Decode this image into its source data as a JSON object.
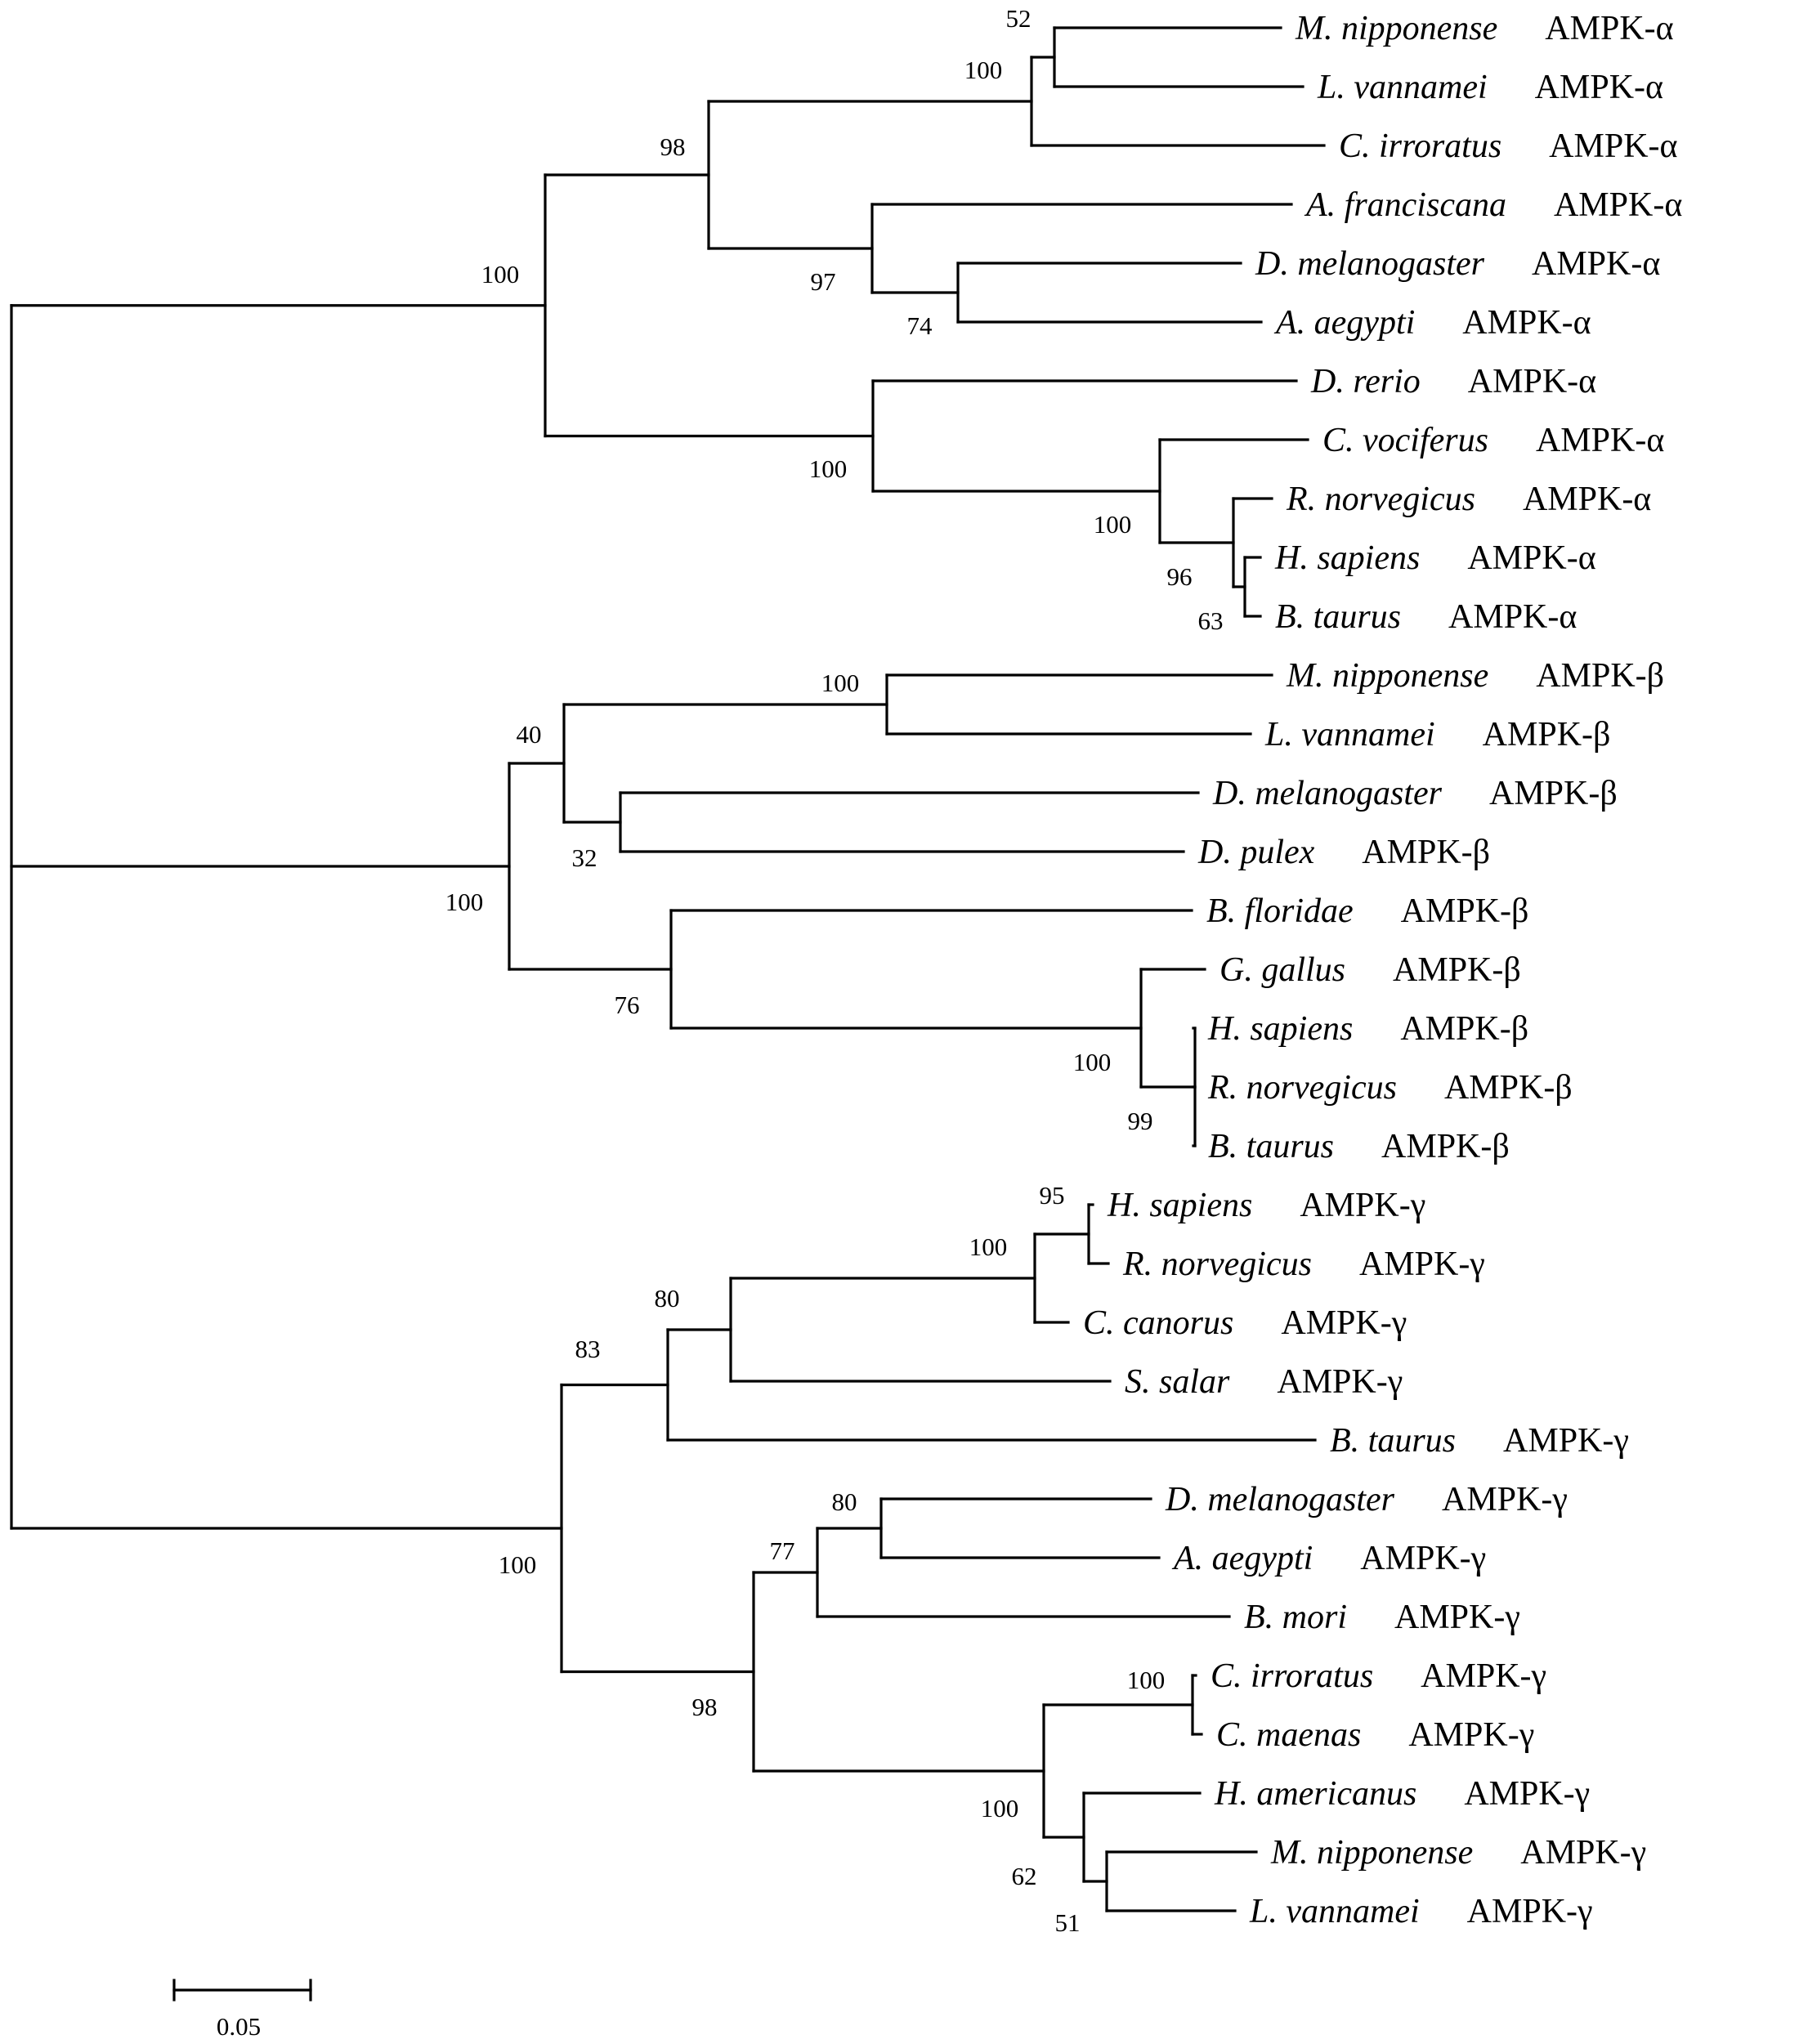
{
  "tree": {
    "scale_bar": {
      "label": "0.05"
    },
    "leaves": [
      {
        "id": "L1",
        "species": "M. nipponense",
        "gene": "AMPK-α"
      },
      {
        "id": "L2",
        "species": "L. vannamei",
        "gene": "AMPK-α"
      },
      {
        "id": "L3",
        "species": "C. irroratus",
        "gene": "AMPK-α"
      },
      {
        "id": "L4",
        "species": "A. franciscana",
        "gene": "AMPK-α"
      },
      {
        "id": "L5",
        "species": "D. melanogaster",
        "gene": "AMPK-α"
      },
      {
        "id": "L6",
        "species": "A. aegypti",
        "gene": "AMPK-α"
      },
      {
        "id": "L7",
        "species": "D. rerio",
        "gene": "AMPK-α"
      },
      {
        "id": "L8",
        "species": "C. vociferus",
        "gene": "AMPK-α"
      },
      {
        "id": "L9",
        "species": "R. norvegicus",
        "gene": "AMPK-α"
      },
      {
        "id": "L10",
        "species": "H. sapiens",
        "gene": "AMPK-α"
      },
      {
        "id": "L11",
        "species": "B. taurus",
        "gene": "AMPK-α"
      },
      {
        "id": "L12",
        "species": "M. nipponense",
        "gene": "AMPK-β"
      },
      {
        "id": "L13",
        "species": "L. vannamei",
        "gene": "AMPK-β"
      },
      {
        "id": "L14",
        "species": "D. melanogaster",
        "gene": "AMPK-β"
      },
      {
        "id": "L15",
        "species": "D. pulex",
        "gene": "AMPK-β"
      },
      {
        "id": "L16",
        "species": "B. floridae",
        "gene": "AMPK-β"
      },
      {
        "id": "L17",
        "species": "G. gallus",
        "gene": "AMPK-β"
      },
      {
        "id": "L18",
        "species": "H. sapiens",
        "gene": "AMPK-β"
      },
      {
        "id": "L19",
        "species": "R. norvegicus",
        "gene": "AMPK-β"
      },
      {
        "id": "L20",
        "species": "B. taurus",
        "gene": "AMPK-β"
      },
      {
        "id": "L21",
        "species": "H. sapiens",
        "gene": "AMPK-γ"
      },
      {
        "id": "L22",
        "species": "R. norvegicus",
        "gene": "AMPK-γ"
      },
      {
        "id": "L23",
        "species": "C. canorus",
        "gene": "AMPK-γ"
      },
      {
        "id": "L24",
        "species": "S. salar",
        "gene": "AMPK-γ"
      },
      {
        "id": "L25",
        "species": "B. taurus",
        "gene": "AMPK-γ"
      },
      {
        "id": "L26",
        "species": "D. melanogaster",
        "gene": "AMPK-γ"
      },
      {
        "id": "L27",
        "species": "A. aegypti",
        "gene": "AMPK-γ"
      },
      {
        "id": "L28",
        "species": "B. mori",
        "gene": "AMPK-γ"
      },
      {
        "id": "L29",
        "species": "C. irroratus",
        "gene": "AMPK-γ"
      },
      {
        "id": "L30",
        "species": "C. maenas",
        "gene": "AMPK-γ"
      },
      {
        "id": "L31",
        "species": "H. americanus",
        "gene": "AMPK-γ"
      },
      {
        "id": "L32",
        "species": "M. nipponense",
        "gene": "AMPK-γ"
      },
      {
        "id": "L33",
        "species": "L. vannamei",
        "gene": "AMPK-γ"
      }
    ],
    "nodes": [
      {
        "id": "a1",
        "children": [
          "L1",
          "L2"
        ],
        "bootstrap": "52"
      },
      {
        "id": "a2",
        "children": [
          "a1",
          "L3"
        ],
        "bootstrap": "100"
      },
      {
        "id": "a3",
        "children": [
          "L5",
          "L6"
        ],
        "bootstrap": "74"
      },
      {
        "id": "a4",
        "children": [
          "L4",
          "a3"
        ],
        "bootstrap": "97"
      },
      {
        "id": "a5",
        "children": [
          "a2",
          "a4"
        ],
        "bootstrap": "98"
      },
      {
        "id": "a6",
        "children": [
          "L10",
          "L11"
        ],
        "bootstrap": "63"
      },
      {
        "id": "a7",
        "children": [
          "L9",
          "a6"
        ],
        "bootstrap": "96"
      },
      {
        "id": "a8",
        "children": [
          "L8",
          "a7"
        ],
        "bootstrap": "100"
      },
      {
        "id": "a9",
        "children": [
          "L7",
          "a8"
        ],
        "bootstrap": "100"
      },
      {
        "id": "a10",
        "children": [
          "a5",
          "a9"
        ],
        "bootstrap": "100"
      },
      {
        "id": "b1",
        "children": [
          "L12",
          "L13"
        ],
        "bootstrap": "100"
      },
      {
        "id": "b2",
        "children": [
          "L14",
          "L15"
        ],
        "bootstrap": "32"
      },
      {
        "id": "b3",
        "children": [
          "b1",
          "b2"
        ],
        "bootstrap": "40"
      },
      {
        "id": "b4",
        "children": [
          "L18",
          "L19",
          "L20"
        ],
        "bootstrap": "99"
      },
      {
        "id": "b5",
        "children": [
          "L17",
          "b4"
        ],
        "bootstrap": "100"
      },
      {
        "id": "b6",
        "children": [
          "L16",
          "b5"
        ],
        "bootstrap": "76"
      },
      {
        "id": "b7",
        "children": [
          "b3",
          "b6"
        ],
        "bootstrap": "100"
      },
      {
        "id": "g1",
        "children": [
          "L21",
          "L22"
        ],
        "bootstrap": "95"
      },
      {
        "id": "g2",
        "children": [
          "g1",
          "L23"
        ],
        "bootstrap": "100"
      },
      {
        "id": "g3",
        "children": [
          "g2",
          "L24"
        ],
        "bootstrap": "80"
      },
      {
        "id": "g4",
        "children": [
          "g3",
          "L25"
        ],
        "bootstrap": "83"
      },
      {
        "id": "g5",
        "children": [
          "L26",
          "L27"
        ],
        "bootstrap": "80"
      },
      {
        "id": "g6",
        "children": [
          "g5",
          "L28"
        ],
        "bootstrap": "77"
      },
      {
        "id": "g7",
        "children": [
          "L29",
          "L30"
        ],
        "bootstrap": "100"
      },
      {
        "id": "g8",
        "children": [
          "L32",
          "L33"
        ],
        "bootstrap": "51"
      },
      {
        "id": "g9",
        "children": [
          "L31",
          "g8"
        ],
        "bootstrap": "62"
      },
      {
        "id": "g10",
        "children": [
          "g7",
          "g9"
        ],
        "bootstrap": "100"
      },
      {
        "id": "g11",
        "children": [
          "g6",
          "g10"
        ],
        "bootstrap": "98"
      },
      {
        "id": "g12",
        "children": [
          "g4",
          "g11"
        ],
        "bootstrap": "100"
      },
      {
        "id": "root",
        "children": [
          "a10",
          "b7",
          "g12"
        ],
        "bootstrap": ""
      }
    ]
  }
}
